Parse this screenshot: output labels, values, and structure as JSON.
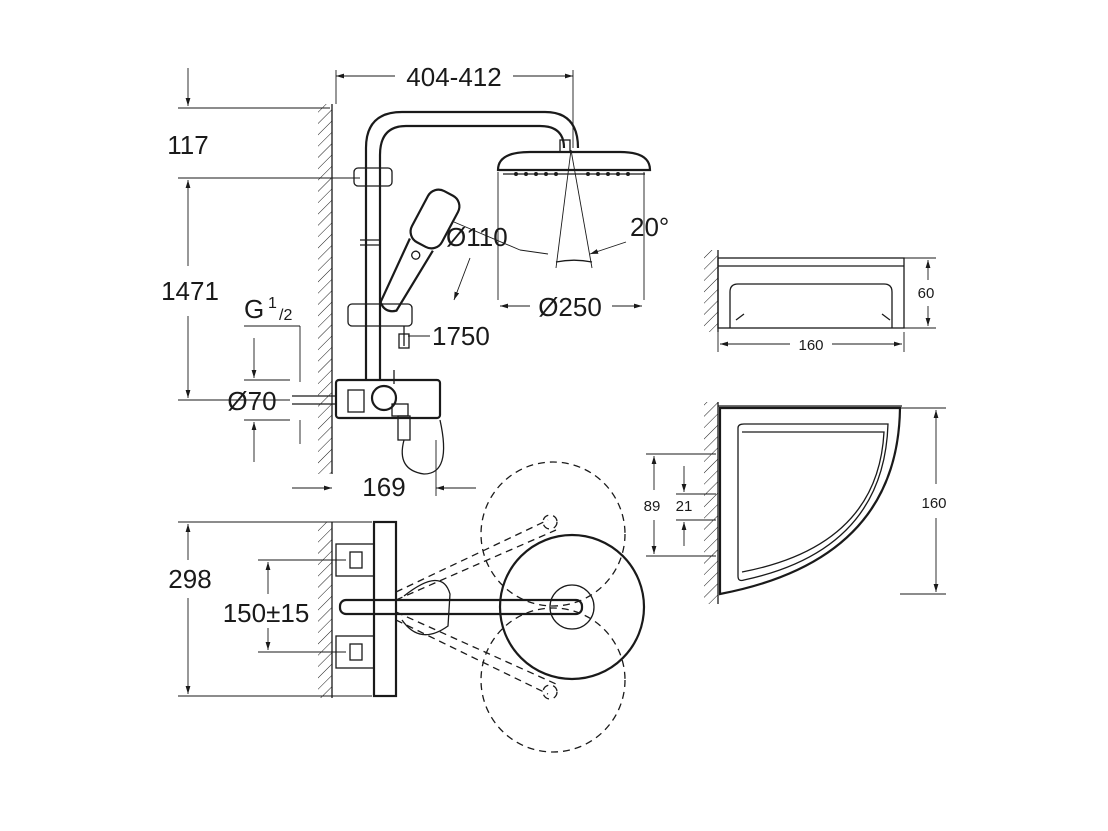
{
  "drawing": {
    "dims": {
      "projection": "404-412",
      "top_offset": "117",
      "height_outlet": "1471",
      "thread_main": "G",
      "thread_sup": "1",
      "thread_sub": "/2",
      "hand_shower_dia": "Ø110",
      "angle": "20°",
      "head_shower_dia": "Ø250",
      "hose_length": "1750",
      "rosette_dia": "Ø70",
      "mixer_offset": "169",
      "plan_depth": "298",
      "inlet_centres": "150±15"
    },
    "shelf": {
      "front_width": "160",
      "front_height": "60",
      "plan_size": "160",
      "plan_depth_outer": "89",
      "plan_depth_inner": "21"
    }
  }
}
